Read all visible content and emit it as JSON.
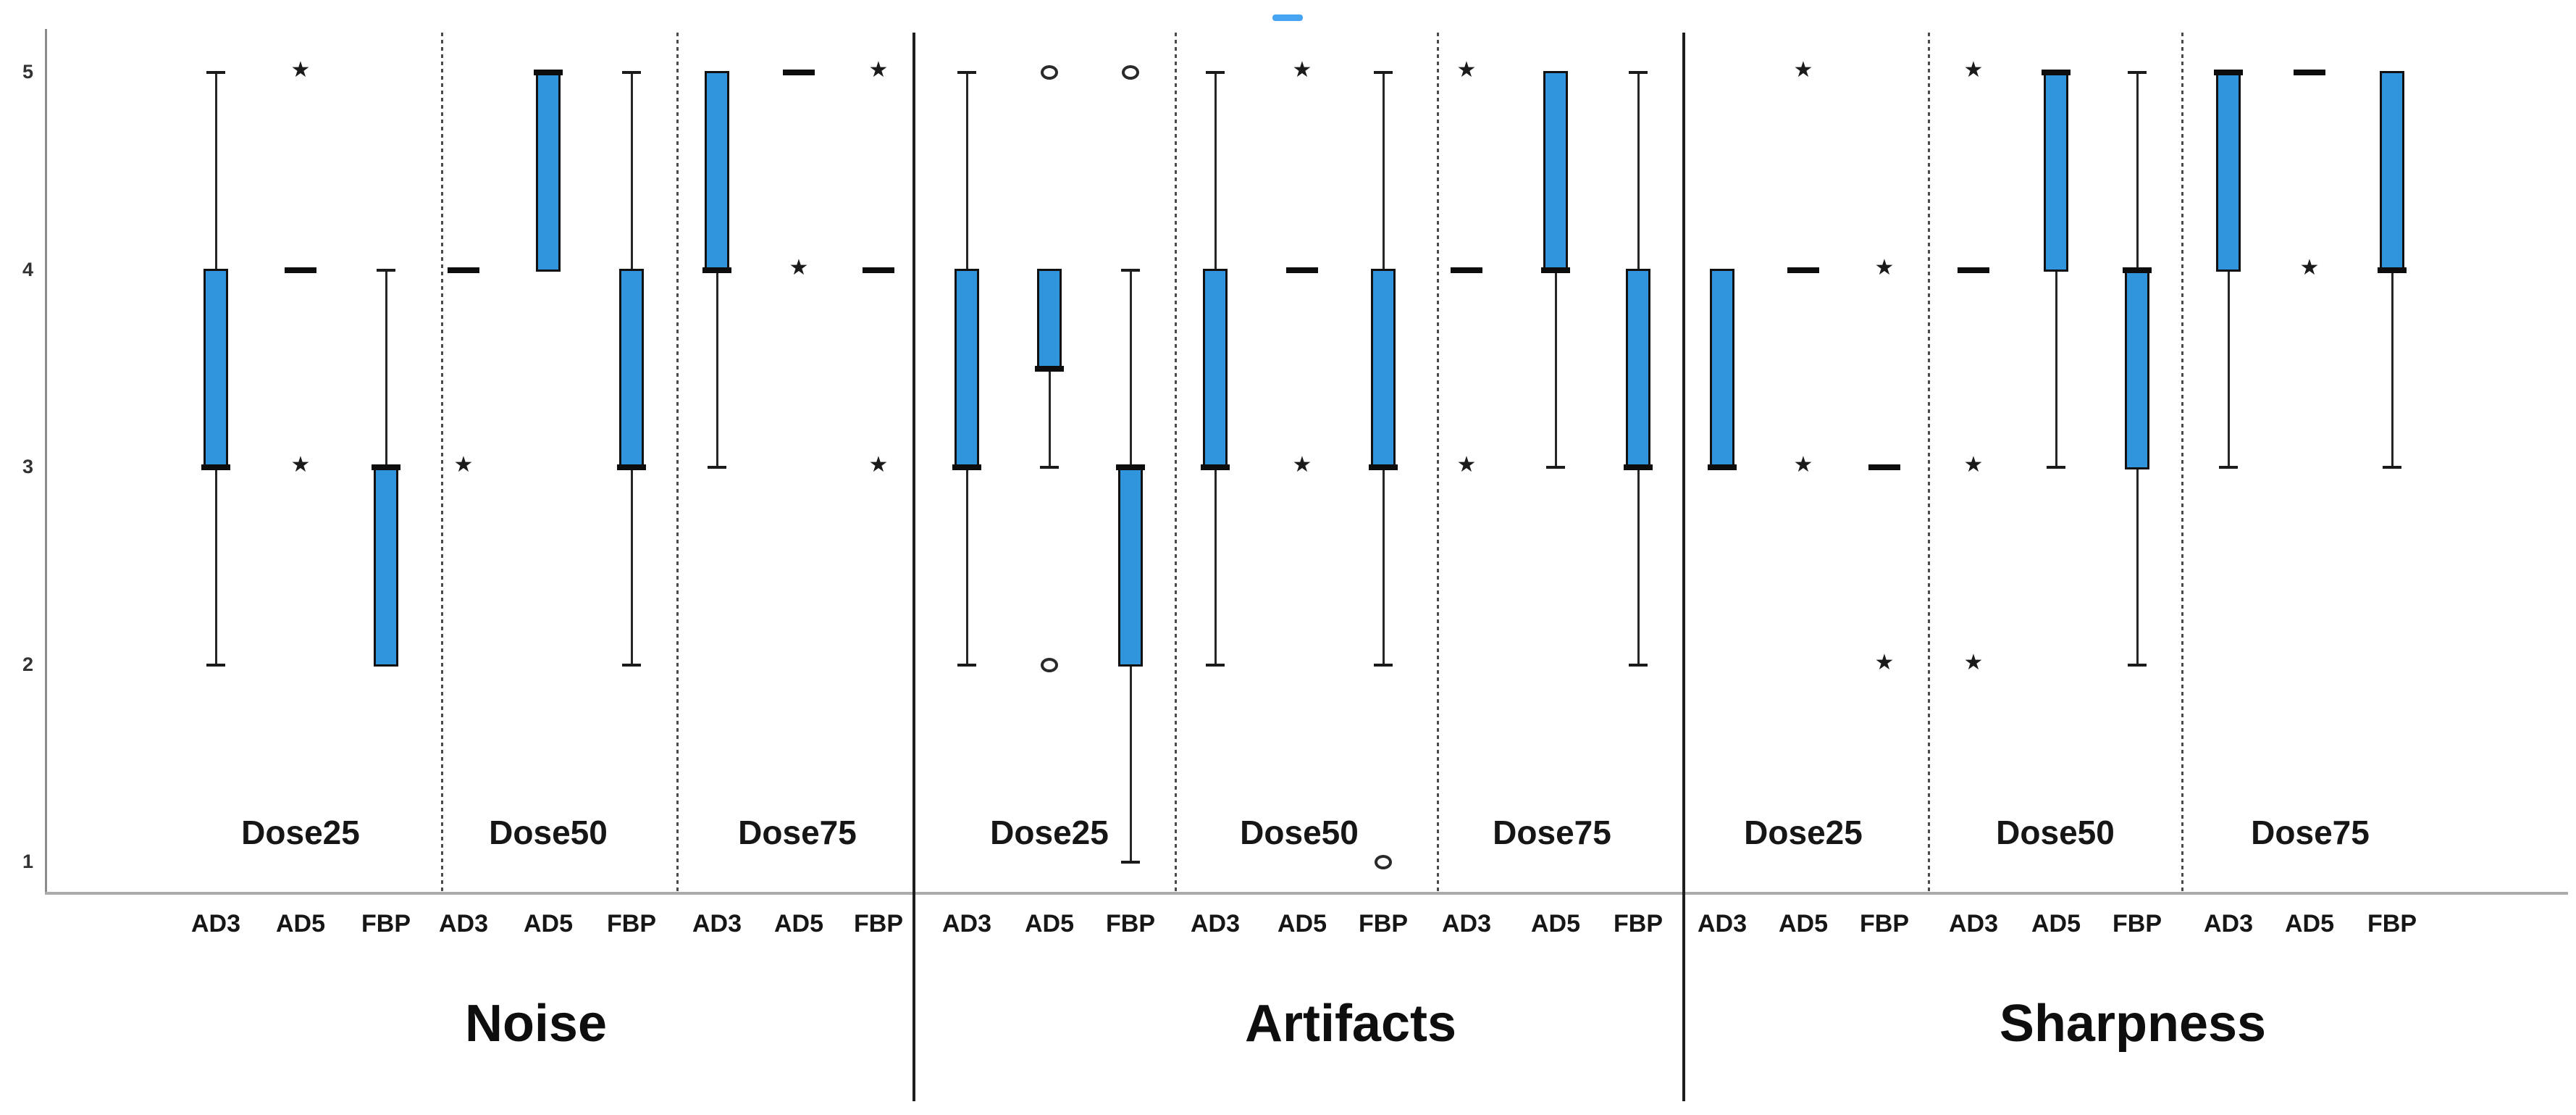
{
  "figure": {
    "background": "#ffffff",
    "box_fill": "#3095DC",
    "box_border": "#111111",
    "median_color": "#0d0d0d",
    "whisker_color": "#262626",
    "yaxis_color": "#8c8c8c",
    "baseline_color": "#ababab",
    "stray_mark_color": "#47A4F2"
  },
  "chart_data": {
    "type": "boxplot",
    "title": "",
    "ylabel": "",
    "xlabel": "",
    "ylim": [
      1,
      5
    ],
    "yticks": [
      5,
      4,
      3,
      2,
      1
    ],
    "grid": false,
    "legend": "none",
    "note": "SPSS-style clustered boxplots of 5-point Likert scores; star = extreme outlier, circle = mild outlier, dash = degenerate box (median only)",
    "groups": [
      {
        "name": "Noise",
        "doses": [
          {
            "name": "Dose25",
            "boxes": [
              {
                "method": "AD3",
                "median_only": false,
                "q1": 3,
                "q3": 4,
                "median": 3,
                "whisker_low": 2,
                "whisker_high": 5,
                "outliers_star": [],
                "outliers_circle": []
              },
              {
                "method": "AD5",
                "median_only": true,
                "median": 4,
                "outliers_star": [
                  5,
                  3
                ],
                "outliers_circle": []
              },
              {
                "method": "FBP",
                "median_only": false,
                "q1": 2,
                "q3": 3,
                "median": 3,
                "whisker_low": null,
                "whisker_high": 4,
                "outliers_star": [],
                "outliers_circle": []
              }
            ]
          },
          {
            "name": "Dose50",
            "boxes": [
              {
                "method": "AD3",
                "median_only": true,
                "median": 4,
                "outliers_star": [
                  3
                ],
                "outliers_circle": []
              },
              {
                "method": "AD5",
                "median_only": false,
                "q1": 4,
                "q3": 5,
                "median": 5,
                "whisker_low": null,
                "whisker_high": null,
                "outliers_star": [],
                "outliers_circle": []
              },
              {
                "method": "FBP",
                "median_only": false,
                "q1": 3,
                "q3": 4,
                "median": 3,
                "whisker_low": 2,
                "whisker_high": 5,
                "outliers_star": [],
                "outliers_circle": []
              }
            ]
          },
          {
            "name": "Dose75",
            "boxes": [
              {
                "method": "AD3",
                "median_only": false,
                "q1": 4,
                "q3": 5,
                "median": 4,
                "whisker_low": 3,
                "whisker_high": null,
                "outliers_star": [],
                "outliers_circle": []
              },
              {
                "method": "AD5",
                "median_only": true,
                "median": 5,
                "outliers_star": [
                  4
                ],
                "outliers_circle": []
              },
              {
                "method": "FBP",
                "median_only": true,
                "median": 4,
                "outliers_star": [
                  5,
                  3
                ],
                "outliers_circle": []
              }
            ]
          }
        ]
      },
      {
        "name": "Artifacts",
        "doses": [
          {
            "name": "Dose25",
            "boxes": [
              {
                "method": "AD3",
                "median_only": false,
                "q1": 3,
                "q3": 4,
                "median": 3,
                "whisker_low": 2,
                "whisker_high": 5,
                "outliers_star": [],
                "outliers_circle": []
              },
              {
                "method": "AD5",
                "median_only": false,
                "q1": 3.5,
                "q3": 4,
                "median": 3.5,
                "whisker_low": 3,
                "whisker_high": null,
                "outliers_star": [],
                "outliers_circle": [
                  5,
                  2
                ]
              },
              {
                "method": "FBP",
                "median_only": false,
                "q1": 2,
                "q3": 3,
                "median": 3,
                "whisker_low": 1,
                "whisker_high": 4,
                "outliers_star": [],
                "outliers_circle": [
                  5
                ]
              }
            ]
          },
          {
            "name": "Dose50",
            "boxes": [
              {
                "method": "AD3",
                "median_only": false,
                "q1": 3,
                "q3": 4,
                "median": 3,
                "whisker_low": 2,
                "whisker_high": 5,
                "outliers_star": [],
                "outliers_circle": []
              },
              {
                "method": "AD5",
                "median_only": true,
                "median": 4,
                "outliers_star": [
                  5,
                  3
                ],
                "outliers_circle": []
              },
              {
                "method": "FBP",
                "median_only": false,
                "q1": 3,
                "q3": 4,
                "median": 3,
                "whisker_low": 2,
                "whisker_high": 5,
                "outliers_star": [],
                "outliers_circle": [
                  1
                ]
              }
            ]
          },
          {
            "name": "Dose75",
            "boxes": [
              {
                "method": "AD3",
                "median_only": true,
                "median": 4,
                "outliers_star": [
                  5,
                  3
                ],
                "outliers_circle": []
              },
              {
                "method": "AD5",
                "median_only": false,
                "q1": 4,
                "q3": 5,
                "median": 4,
                "whisker_low": 3,
                "whisker_high": null,
                "outliers_star": [],
                "outliers_circle": []
              },
              {
                "method": "FBP",
                "median_only": false,
                "q1": 3,
                "q3": 4,
                "median": 3,
                "whisker_low": 2,
                "whisker_high": 5,
                "outliers_star": [],
                "outliers_circle": []
              }
            ]
          }
        ]
      },
      {
        "name": "Sharpness",
        "doses": [
          {
            "name": "Dose25",
            "boxes": [
              {
                "method": "AD3",
                "median_only": false,
                "q1": 3,
                "q3": 4,
                "median": 3,
                "whisker_low": null,
                "whisker_high": null,
                "outliers_star": [],
                "outliers_circle": []
              },
              {
                "method": "AD5",
                "median_only": true,
                "median": 4,
                "outliers_star": [
                  5,
                  3
                ],
                "outliers_circle": []
              },
              {
                "method": "FBP",
                "median_only": true,
                "median": 3,
                "outliers_star": [
                  4,
                  2
                ],
                "outliers_circle": []
              }
            ]
          },
          {
            "name": "Dose50",
            "boxes": [
              {
                "method": "AD3",
                "median_only": true,
                "median": 4,
                "outliers_star": [
                  5,
                  3,
                  2
                ],
                "outliers_circle": []
              },
              {
                "method": "AD5",
                "median_only": false,
                "q1": 4,
                "q3": 5,
                "median": 5,
                "whisker_low": 3,
                "whisker_high": null,
                "outliers_star": [],
                "outliers_circle": []
              },
              {
                "method": "FBP",
                "median_only": false,
                "q1": 3,
                "q3": 4,
                "median": 4,
                "whisker_low": 2,
                "whisker_high": 5,
                "outliers_star": [],
                "outliers_circle": []
              }
            ]
          },
          {
            "name": "Dose75",
            "boxes": [
              {
                "method": "AD3",
                "median_only": false,
                "q1": 4,
                "q3": 5,
                "median": 5,
                "whisker_low": 3,
                "whisker_high": null,
                "outliers_star": [],
                "outliers_circle": []
              },
              {
                "method": "AD5",
                "median_only": true,
                "median": 5,
                "outliers_star": [
                  4
                ],
                "outliers_circle": []
              },
              {
                "method": "FBP",
                "median_only": false,
                "q1": 4,
                "q3": 5,
                "median": 4,
                "whisker_low": 3,
                "whisker_high": null,
                "outliers_star": [],
                "outliers_circle": []
              }
            ]
          }
        ]
      }
    ]
  }
}
